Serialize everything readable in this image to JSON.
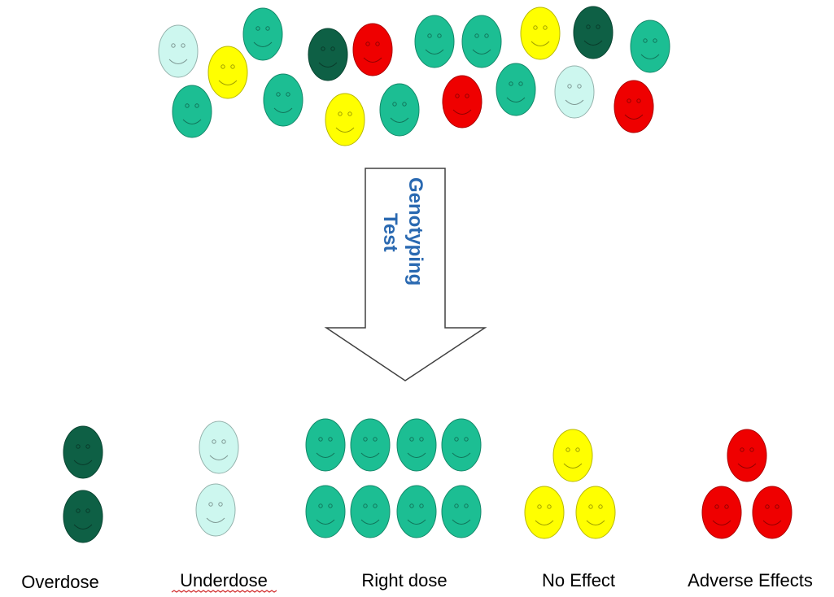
{
  "colors": {
    "dark_green": "#0e6045",
    "light_cyan": "#cdf7ef",
    "teal_green": "#1cbe93",
    "yellow": "#ffff00",
    "red": "#ef0000",
    "arrow_text": "#2a69b1",
    "arrow_stroke": "#404040",
    "label_underline": "#d12a2a"
  },
  "population": {
    "description_icon": "smiley-face-icon",
    "faces": [
      "light_cyan",
      "yellow",
      "teal_green",
      "dark_green",
      "red",
      "teal_green",
      "teal_green",
      "yellow",
      "dark_green",
      "teal_green",
      "teal_green",
      "teal_green",
      "yellow",
      "teal_green",
      "red",
      "teal_green",
      "light_cyan",
      "red"
    ]
  },
  "arrow": {
    "line1": "Genotyping",
    "line2": "Test"
  },
  "groups": [
    {
      "label": "Overdose",
      "color": "dark_green",
      "count": 2,
      "spellcheck_underline": false
    },
    {
      "label": "Underdose",
      "color": "light_cyan",
      "count": 2,
      "spellcheck_underline": true
    },
    {
      "label": "Right dose",
      "color": "teal_green",
      "count": 8,
      "spellcheck_underline": false
    },
    {
      "label": "No Effect",
      "color": "yellow",
      "count": 3,
      "spellcheck_underline": false
    },
    {
      "label": "Adverse Effects",
      "color": "red",
      "count": 3,
      "spellcheck_underline": false
    }
  ]
}
